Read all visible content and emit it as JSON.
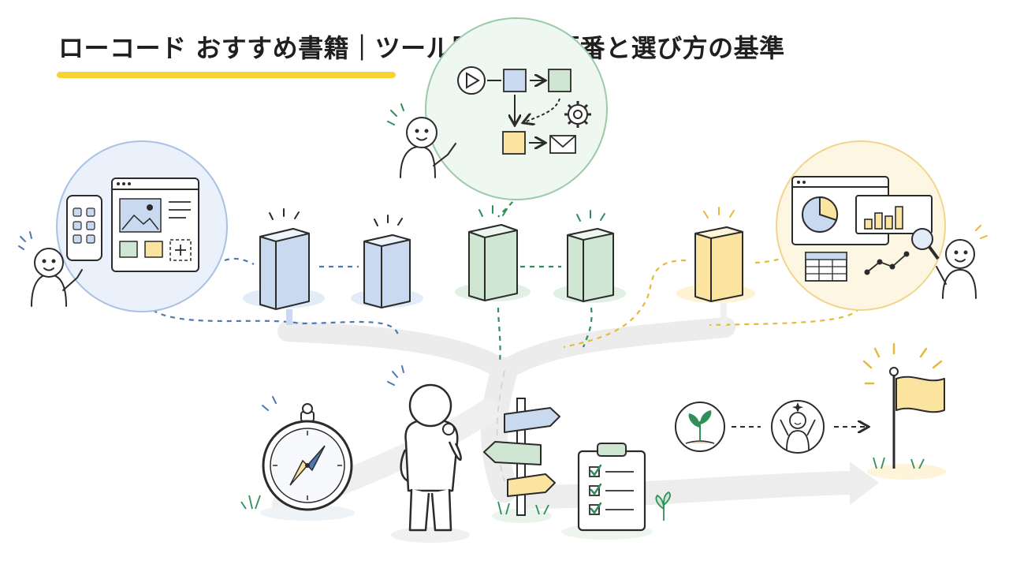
{
  "header": {
    "title": "ローコード おすすめ書籍｜ツール別の読む順番と選び方の基準"
  },
  "colors": {
    "accent_yellow": "#f5d533",
    "blue": "#c9daf0",
    "green": "#cfe6d3",
    "yellow": "#fbe3a0",
    "stroke": "#2b2b2b",
    "blue_line": "#4d79b3",
    "green_line": "#2f8f5a",
    "yellow_line": "#e7b93a",
    "path_gray": "#e6e6e6"
  },
  "scene": {
    "books": [
      {
        "color": "blue"
      },
      {
        "color": "blue"
      },
      {
        "color": "green"
      },
      {
        "color": "green"
      },
      {
        "color": "yellow"
      }
    ],
    "bubbles": [
      {
        "icon": "app-builder-icon",
        "color": "blue"
      },
      {
        "icon": "workflow-automation-icon",
        "color": "green"
      },
      {
        "icon": "data-analytics-icon",
        "color": "yellow"
      }
    ],
    "journey": [
      "compass-icon",
      "thinking-person",
      "signpost-icon",
      "checklist-icon",
      "sprout-icon",
      "success-person-icon",
      "goal-flag-icon"
    ]
  }
}
